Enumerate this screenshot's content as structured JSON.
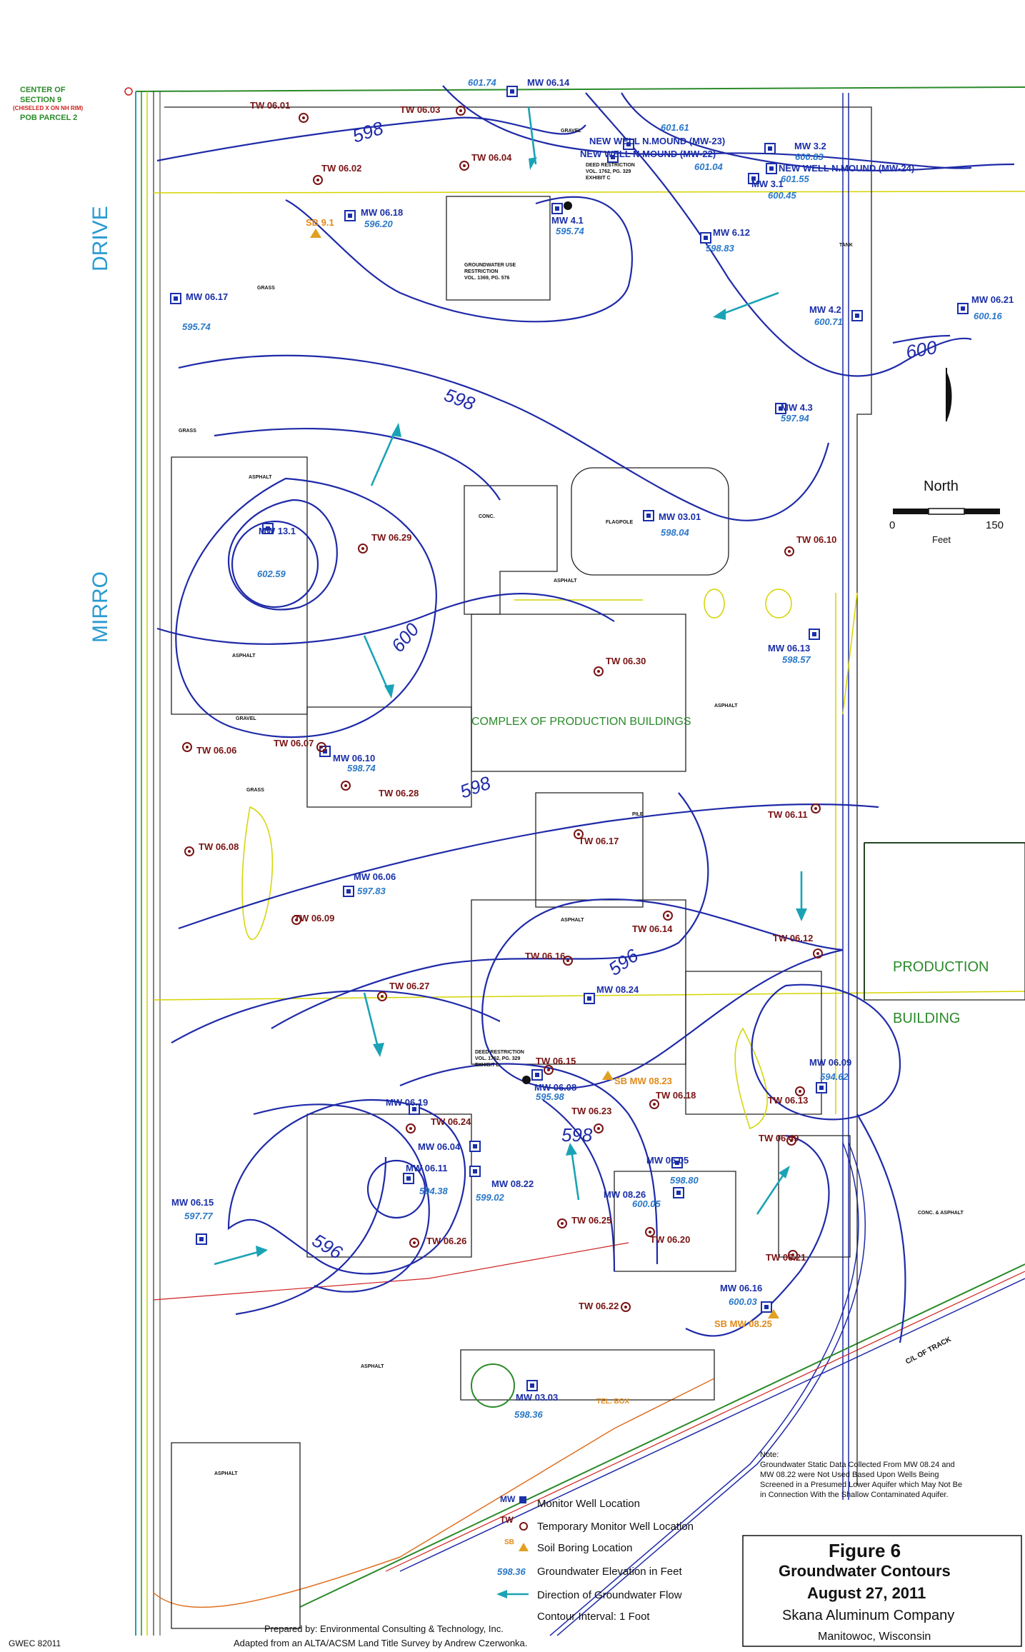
{
  "streets": {
    "drive": "DRIVE",
    "mirro": "MIRRO"
  },
  "corner_note": {
    "line1": "CENTER OF",
    "line2": "SECTION 9",
    "line3": "(CHISELED X ON NH RIM)",
    "line4": "POB PARCEL 2"
  },
  "monitor_wells": [
    {
      "label": "MW 06.14",
      "elev": "601.74"
    },
    {
      "label": "NEW WELL N.MOUND (MW-23)",
      "elev": "601.61"
    },
    {
      "label": "NEW WELL N.MOUND (MW-22)",
      "elev": "601.04"
    },
    {
      "label": "MW 3.2",
      "elev": "600.83"
    },
    {
      "label": "NEW WELL N.MOUND (MW-24)",
      "elev": "601.55"
    },
    {
      "label": "MW 3.1",
      "elev": "600.45"
    },
    {
      "label": "MW 06.18",
      "elev": "596.20"
    },
    {
      "label": "MW 4.1",
      "elev": "595.74"
    },
    {
      "label": "MW 6.12",
      "elev": "598.83"
    },
    {
      "label": "MW 06.17",
      "elev": "595.74"
    },
    {
      "label": "MW 4.2",
      "elev": "600.71"
    },
    {
      "label": "MW 06.21",
      "elev": "600.16"
    },
    {
      "label": "MW 4.3",
      "elev": "597.94"
    },
    {
      "label": "MW 13.1",
      "elev": "602.59"
    },
    {
      "label": "MW 03.01",
      "elev": "598.04"
    },
    {
      "label": "MW 06.13",
      "elev": "598.57"
    },
    {
      "label": "MW 06.10",
      "elev": "598.74"
    },
    {
      "label": "MW 06.06",
      "elev": "597.83"
    },
    {
      "label": "MW 08.24",
      "elev": ""
    },
    {
      "label": "MW 06.08",
      "elev": "595.98"
    },
    {
      "label": "MW 06.09",
      "elev": "594.62"
    },
    {
      "label": "MW 06.19",
      "elev": ""
    },
    {
      "label": "MW 06.04",
      "elev": ""
    },
    {
      "label": "MW 06.11",
      "elev": "594.38"
    },
    {
      "label": "MW 08.22",
      "elev": "599.02"
    },
    {
      "label": "MW 06.05",
      "elev": "598.80"
    },
    {
      "label": "MW 08.26",
      "elev": "600.05"
    },
    {
      "label": "MW 06.15",
      "elev": "597.77"
    },
    {
      "label": "MW 06.16",
      "elev": "600.03"
    },
    {
      "label": "MW 03.03",
      "elev": "598.36"
    }
  ],
  "temp_wells": [
    "TW 06.01",
    "TW 06.03",
    "TW 06.02",
    "TW 06.04",
    "TW 06.29",
    "TW 06.10",
    "TW 06.30",
    "TW 06.06",
    "TW 06.07",
    "TW 06.28",
    "TW 06.08",
    "TW 06.11",
    "TW 06.17",
    "TW 06.09",
    "TW 06.14",
    "TW 06.12",
    "TW 06.16",
    "TW 06.27",
    "TW 06.15",
    "TW 06.13",
    "TW 06.18",
    "TW 06.24",
    "TW 06.23",
    "TW 06.49",
    "TW 06.25",
    "TW 06.20",
    "TW 06.26",
    "TW 06.21",
    "TW 06.22"
  ],
  "soil_borings": [
    "SB 9.1",
    "SB MW 08.23",
    "SB MW 08.25"
  ],
  "contour_labels": [
    "598",
    "600",
    "598",
    "600",
    "598",
    "596",
    "598",
    "596"
  ],
  "area_labels": {
    "grass": "GRASS",
    "gravel": "GRAVEL",
    "asphalt": "ASPHALT",
    "conc": "CONC.",
    "tank": "TANK",
    "pile": "PILE",
    "flagpole": "FLAGPOLE",
    "telbox": "TEL. BOX",
    "complex": "COMPLEX OF PRODUCTION BUILDINGS",
    "production": "PRODUCTION",
    "building": "BUILDING",
    "track": "C/L OF TRACK",
    "conc_asphalt": "CONC. & ASPHALT"
  },
  "restrictions": {
    "gw_use": [
      "GROUNDWATER USE",
      "RESTRICTION",
      "VOL. 1369, PG. 576"
    ],
    "deed_c": [
      "DEED RESTRICTION",
      "VOL. 1762, PG. 329",
      "EXHIBIT C"
    ],
    "deed_d": [
      "DEED RESTRICTION",
      "VOL. 1762, PG. 329",
      "EXHIBIT D"
    ]
  },
  "north": {
    "label": "North",
    "scale_start": "0",
    "scale_end": "150",
    "scale_unit": "Feet"
  },
  "note": {
    "title": "Note:",
    "lines": [
      "Groundwater Static Data Collected From MW 08.24 and",
      "MW 08.22 were Not Used Based Upon Wells Being",
      "Screened in a Presumed Lower Aquifer which May Not Be",
      "in Connection With the Shallow Contaminated Aquifer."
    ]
  },
  "legend": {
    "mw_tag": "MW",
    "mw_text": "Monitor Well Location",
    "tw_tag": "TW",
    "tw_text": "Temporary Monitor Well Location",
    "sb_tag": "SB",
    "sb_text": "Soil Boring Location",
    "elev_tag": "598.36",
    "elev_text": "Groundwater Elevation in Feet",
    "flow_text": "Direction of Groundwater Flow",
    "interval_text": "Contour Interval: 1 Foot"
  },
  "title_block": {
    "figure": "Figure 6",
    "subtitle": "Groundwater Contours",
    "date": "August 27, 2011",
    "company": "Skana Aluminum Company",
    "location": "Manitowoc, Wisconsin"
  },
  "credits": {
    "prepared": "Prepared by: Environmental Consulting & Technology, Inc.",
    "adapted": "Adapted from an ALTA/ACSM Land Title Survey by Andrew Czerwonka."
  },
  "file_id": "GWEC 82011",
  "colors": {
    "contour": "#1f2aa8",
    "flow": "#1aa3b5",
    "mw": "#1b2fa8",
    "tw": "#7a1414",
    "sb": "#e08a1a",
    "elev": "#2a78c8"
  }
}
